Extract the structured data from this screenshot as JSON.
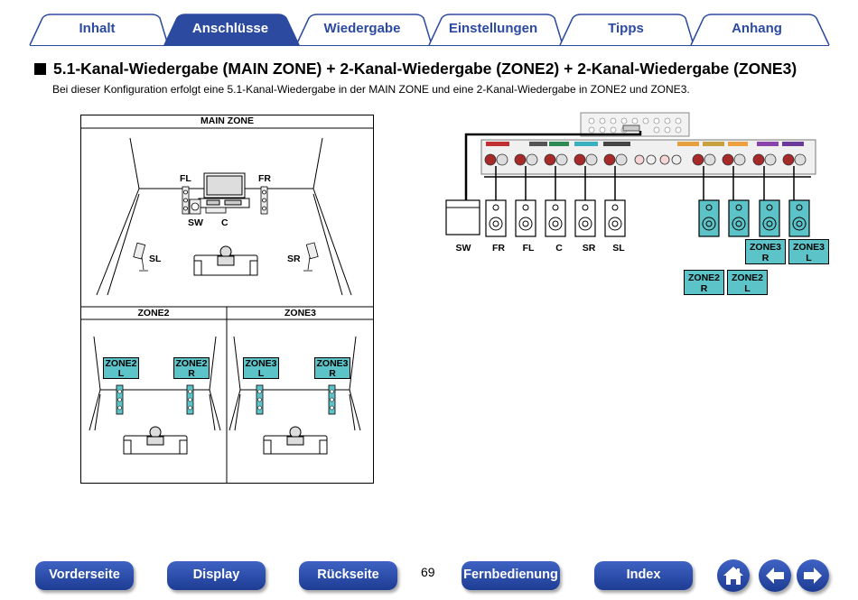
{
  "tabs": [
    {
      "label": "Inhalt",
      "active": false
    },
    {
      "label": "Anschlüsse",
      "active": true
    },
    {
      "label": "Wiedergabe",
      "active": false
    },
    {
      "label": "Einstellungen",
      "active": false
    },
    {
      "label": "Tipps",
      "active": false
    },
    {
      "label": "Anhang",
      "active": false
    }
  ],
  "heading": "5.1-Kanal-Wiedergabe (MAIN ZONE) + 2-Kanal-Wiedergabe (ZONE2) + 2-Kanal-Wiedergabe (ZONE3)",
  "subtitle": "Bei dieser Konfiguration erfolgt eine 5.1-Kanal-Wiedergabe in der MAIN ZONE und eine 2-Kanal-Wiedergabe in ZONE2 und ZONE3.",
  "rooms": {
    "main_zone": "MAIN ZONE",
    "zone2": "ZONE2",
    "zone3": "ZONE3",
    "speakers": {
      "fl": "FL",
      "fr": "FR",
      "sw": "SW",
      "c": "C",
      "sl": "SL",
      "sr": "SR"
    },
    "zone2_tags": {
      "l": [
        "ZONE2",
        "L"
      ],
      "r": [
        "ZONE2",
        "R"
      ]
    },
    "zone3_tags": {
      "l": [
        "ZONE3",
        "L"
      ],
      "r": [
        "ZONE3",
        "R"
      ]
    }
  },
  "wiring": {
    "channels": [
      "SW",
      "FR",
      "FL",
      "C",
      "SR",
      "SL"
    ],
    "zone3_tags": {
      "r": [
        "ZONE3",
        "R"
      ],
      "l": [
        "ZONE3",
        "L"
      ]
    },
    "zone2_tags": {
      "r": [
        "ZONE2",
        "R"
      ],
      "l": [
        "ZONE2",
        "L"
      ]
    }
  },
  "nav": {
    "front": "Vorderseite",
    "display": "Display",
    "rear": "Rückseite",
    "page": "69",
    "remote": "Fernbedienung",
    "index": "Index"
  },
  "icons": {
    "home": "home-icon",
    "back": "arrow-left-icon",
    "forward": "arrow-right-icon"
  },
  "colors": {
    "tab_active": "#2b4aa0",
    "tab_text": "#2b4aa0",
    "zone_tag": "#5cc3c8",
    "nav_button": "#2a4db0"
  }
}
